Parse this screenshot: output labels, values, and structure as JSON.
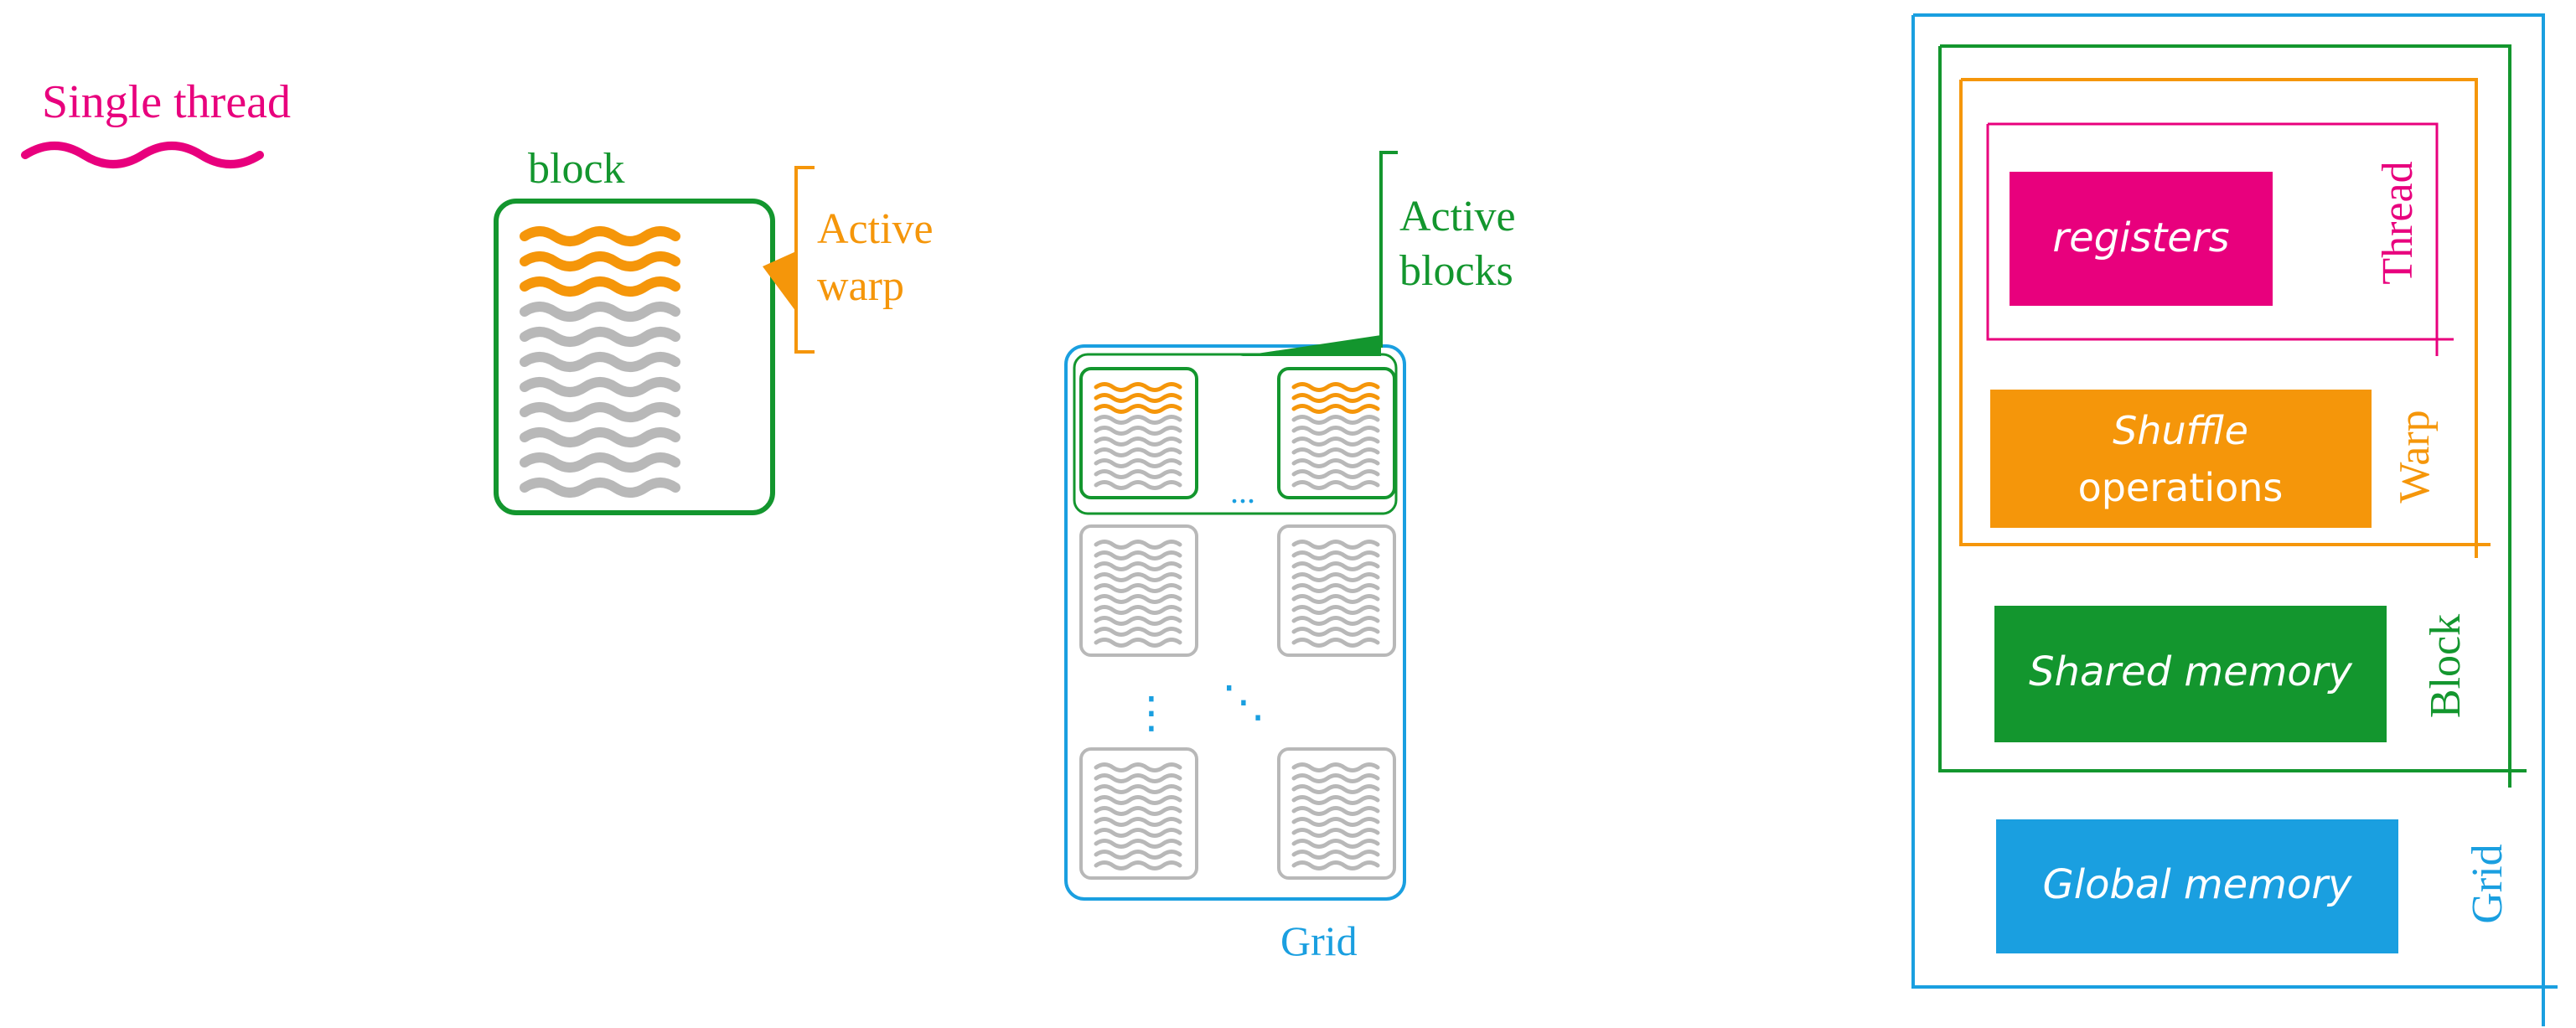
{
  "colors": {
    "thread": "#e8007d",
    "warp": "#f5960a",
    "block": "#13962e",
    "grid": "#1a9fe0",
    "idle": "#b8b8b8"
  },
  "labels": {
    "single_thread": "Single thread",
    "block": "block",
    "active_warp_line1": "Active",
    "active_warp_line2": "warp",
    "active_blocks_line1": "Active",
    "active_blocks_line2": "blocks",
    "grid": "Grid",
    "ellipsis_horizontal": "...",
    "ellipsis_vertical": "⋮",
    "ellipsis_diagonal": "⋱"
  },
  "hierarchy": {
    "thread": {
      "scope": "Thread",
      "memory": "registers"
    },
    "warp": {
      "scope": "Warp",
      "memory_line1": "Shuffle",
      "memory_line2": "operations"
    },
    "block": {
      "scope": "Block",
      "memory": "Shared memory"
    },
    "grid": {
      "scope": "Grid",
      "memory": "Global memory"
    }
  }
}
